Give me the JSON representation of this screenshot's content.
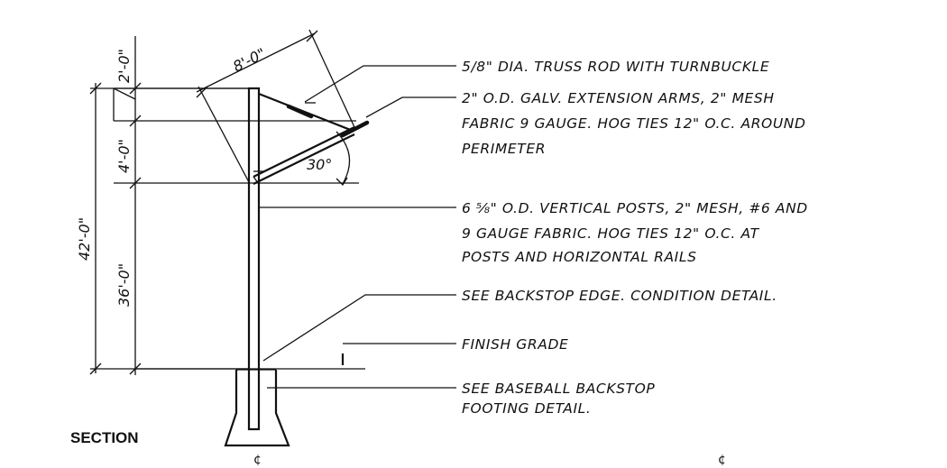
{
  "dimensions": {
    "arm_length": "8'-0\"",
    "top_extension": "2'-0\"",
    "arm_rise": "4'-0\"",
    "fence_height": "36'-0\"",
    "total_height": "42'-0\"",
    "arm_angle": "30°"
  },
  "notes": {
    "truss_rod": "5/8\" DIA. TRUSS ROD WITH TURNBUCKLE",
    "extension_arms_1": "2\" O.D. GALV. EXTENSION ARMS, 2\" MESH",
    "extension_arms_2": "FABRIC 9 GAUGE. HOG TIES 12\" O.C. AROUND",
    "extension_arms_3": "PERIMETER",
    "posts_1": "6 ⅝\" O.D. VERTICAL POSTS, 2\" MESH, #6 AND",
    "posts_2": "9 GAUGE FABRIC. HOG TIES 12\" O.C. AT",
    "posts_3": "POSTS AND HORIZONTAL RAILS",
    "edge_condition": "SEE BACKSTOP EDGE. CONDITION DETAIL.",
    "finish_grade": "FINISH GRADE",
    "footing_1": "SEE BASEBALL BACKSTOP",
    "footing_2": "FOOTING DETAIL."
  },
  "title": "SECTION",
  "centerline_symbol": "¢"
}
